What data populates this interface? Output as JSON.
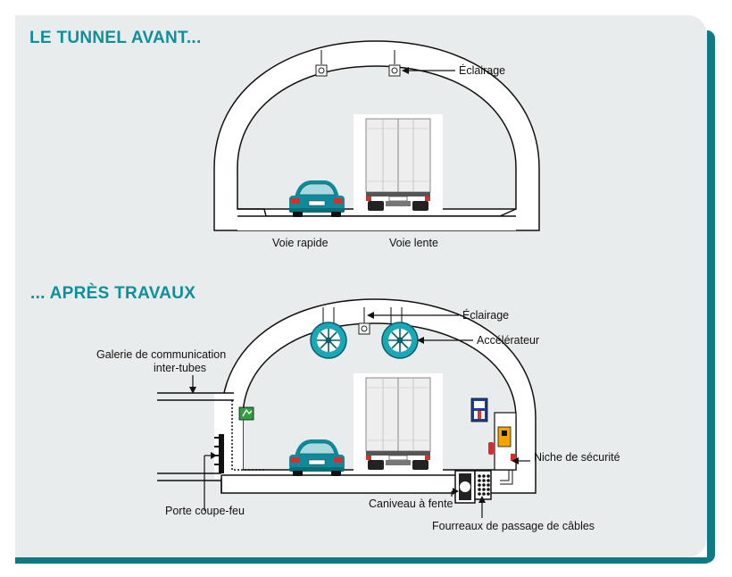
{
  "colors": {
    "accent": "#0f8f9c",
    "panel_background": "#e9ecec",
    "panel_border": "#0f7a86",
    "car_body": "#0e8a9a",
    "fan_blue": "#1aa7b8"
  },
  "before": {
    "title": "LE TUNNEL AVANT...",
    "labels": {
      "lighting": "Éclairage",
      "fast_lane": "Voie rapide",
      "slow_lane": "Voie lente"
    }
  },
  "after": {
    "title": "... APRÈS TRAVAUX",
    "labels": {
      "lighting": "Éclairage",
      "accelerator": "Accélérateur",
      "gallery_line1": "Galerie de communication",
      "gallery_line2": "inter-tubes",
      "safety_niche": "Niche de sécurité",
      "slotted_gutter": "Caniveau à fente",
      "fire_door": "Porte coupe-feu",
      "cable_ducts": "Fourreaux de passage de câbles"
    }
  },
  "icons": [
    "emergency-exit-sign-icon",
    "information-sign-icon",
    "fire-extinguisher-icon",
    "emergency-phone-icon"
  ]
}
